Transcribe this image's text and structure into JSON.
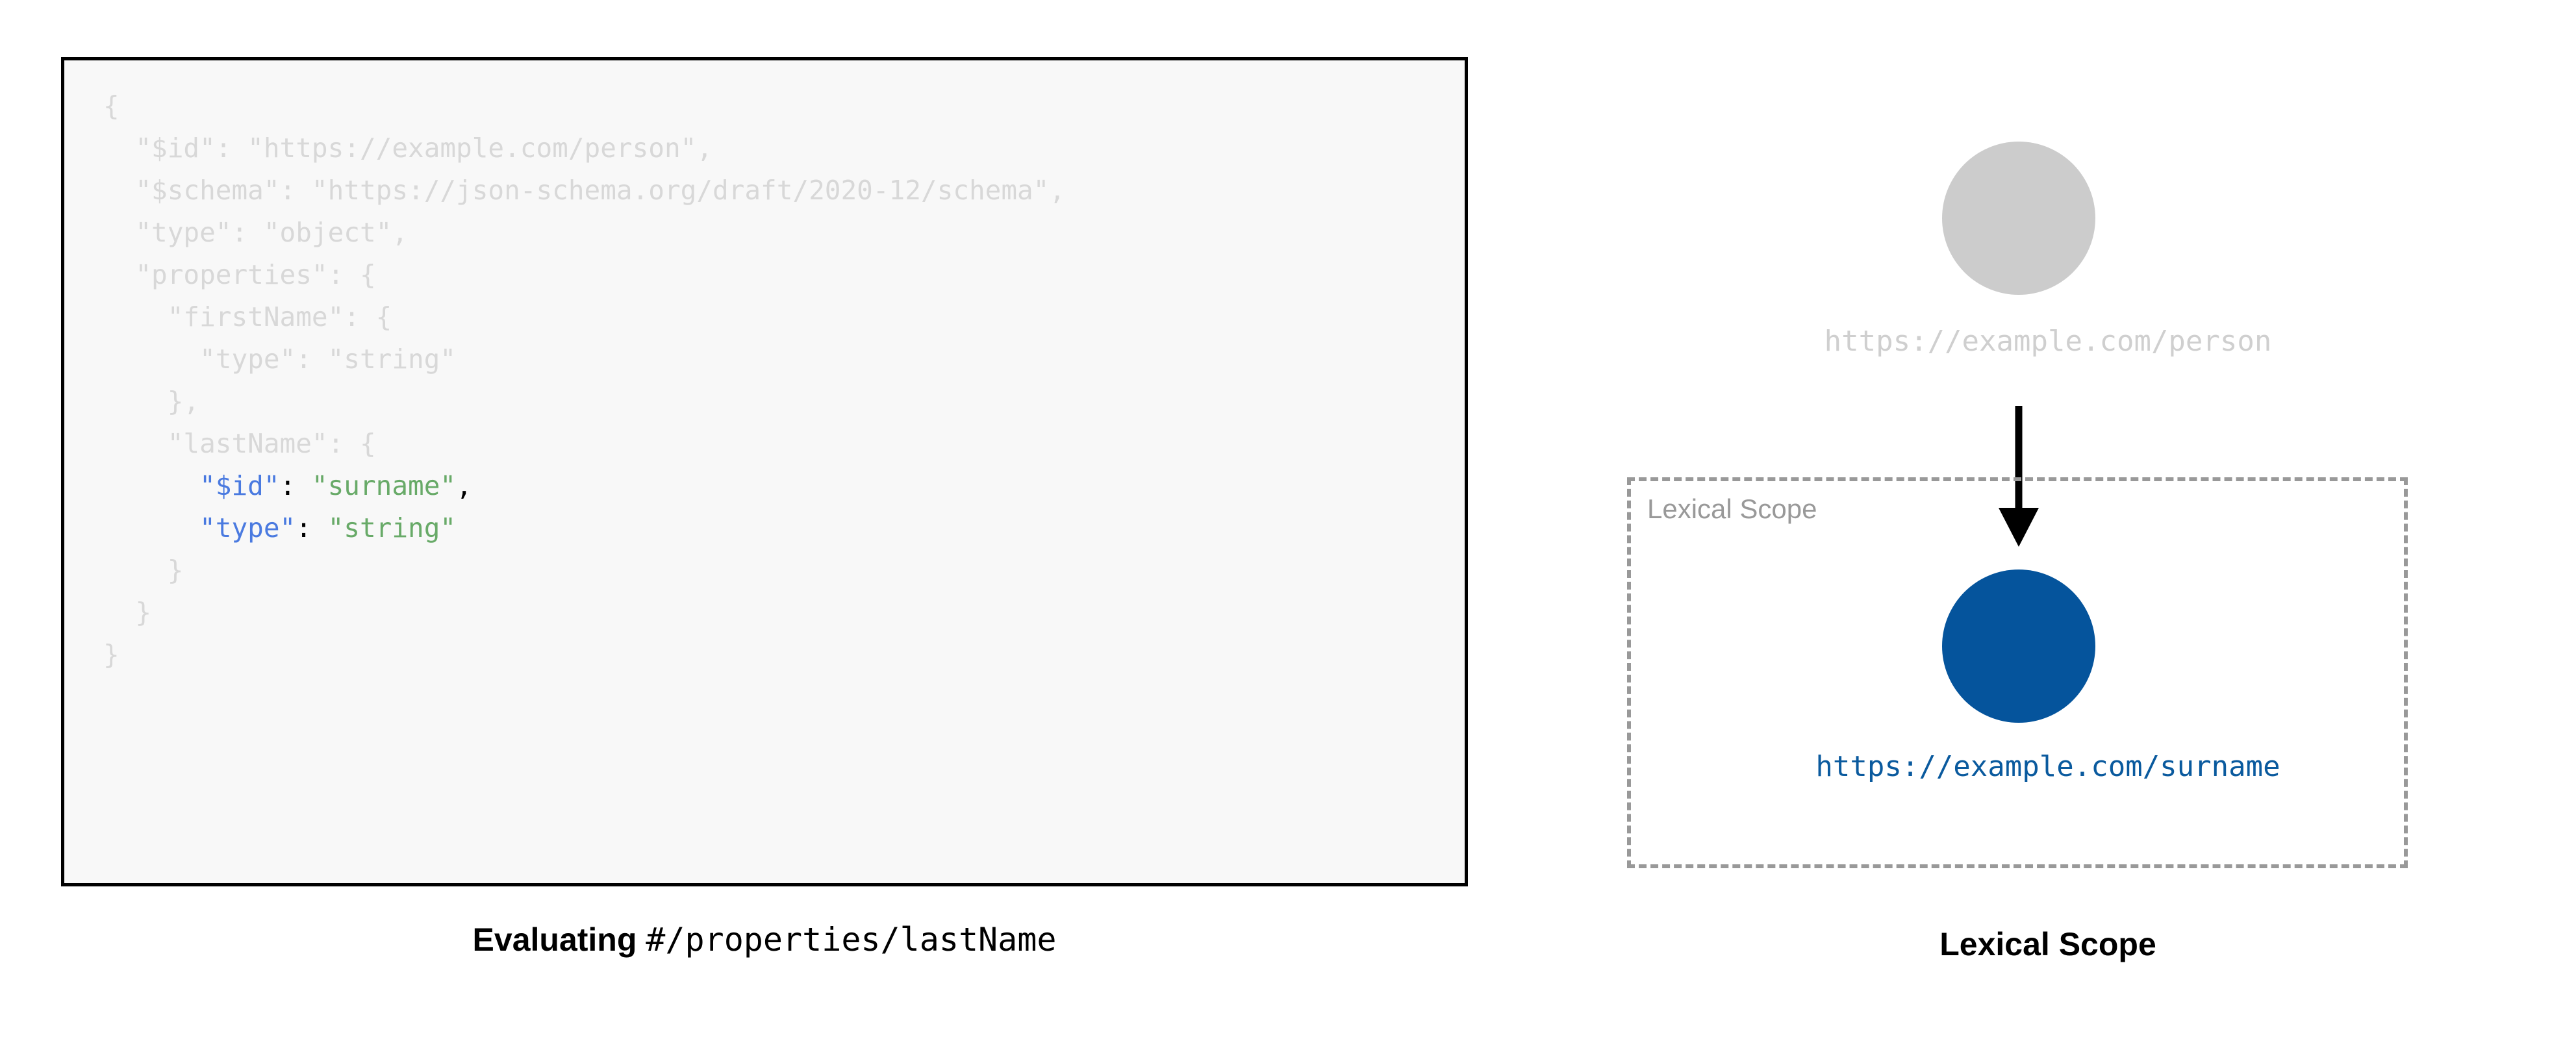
{
  "colors": {
    "code_dim": "#d8d8d8",
    "code_key": "#4a7ae0",
    "code_value": "#68aa68",
    "code_punctuation": "#000000",
    "code_background": "#f8f8f8",
    "code_border": "#000000",
    "outer_node": "#cccccc",
    "outer_label": "#cfcfcf",
    "inner_node": "#05549c",
    "inner_label": "#0a5a9e",
    "scope_border": "#999999",
    "scope_label": "#999999",
    "arrow": "#000000",
    "page_background": "#ffffff"
  },
  "left_panel": {
    "code": {
      "language": "json",
      "lines": [
        {
          "indent": 0,
          "segments": [
            {
              "text": "{",
              "style": "dim"
            }
          ]
        },
        {
          "indent": 1,
          "segments": [
            {
              "text": "\"$id\": \"https://example.com/person\",",
              "style": "dim"
            }
          ]
        },
        {
          "indent": 1,
          "segments": [
            {
              "text": "\"$schema\": \"https://json-schema.org/draft/2020-12/schema\",",
              "style": "dim"
            }
          ]
        },
        {
          "indent": 1,
          "segments": [
            {
              "text": "\"type\": \"object\",",
              "style": "dim"
            }
          ]
        },
        {
          "indent": 1,
          "segments": [
            {
              "text": "\"properties\": {",
              "style": "dim"
            }
          ]
        },
        {
          "indent": 2,
          "segments": [
            {
              "text": "\"firstName\": {",
              "style": "dim"
            }
          ]
        },
        {
          "indent": 3,
          "segments": [
            {
              "text": "\"type\": \"string\"",
              "style": "dim"
            }
          ]
        },
        {
          "indent": 2,
          "segments": [
            {
              "text": "},",
              "style": "dim"
            }
          ]
        },
        {
          "indent": 2,
          "segments": [
            {
              "text": "\"lastName\": {",
              "style": "dim"
            }
          ]
        },
        {
          "indent": 3,
          "segments": [
            {
              "text": "\"$id\"",
              "style": "key"
            },
            {
              "text": ": ",
              "style": "punc"
            },
            {
              "text": "\"surname\"",
              "style": "val"
            },
            {
              "text": ",",
              "style": "punc"
            }
          ]
        },
        {
          "indent": 3,
          "segments": [
            {
              "text": "\"type\"",
              "style": "key"
            },
            {
              "text": ": ",
              "style": "punc"
            },
            {
              "text": "\"string\"",
              "style": "val"
            }
          ]
        },
        {
          "indent": 2,
          "segments": [
            {
              "text": "}",
              "style": "dim"
            }
          ]
        },
        {
          "indent": 1,
          "segments": [
            {
              "text": "}",
              "style": "dim"
            }
          ]
        },
        {
          "indent": 0,
          "segments": [
            {
              "text": "}",
              "style": "dim"
            }
          ]
        }
      ],
      "raw_text": "{\n  \"$id\": \"https://example.com/person\",\n  \"$schema\": \"https://json-schema.org/draft/2020-12/schema\",\n  \"type\": \"object\",\n  \"properties\": {\n    \"firstName\": {\n      \"type\": \"string\"\n    },\n    \"lastName\": {\n      \"$id\": \"surname\",\n      \"type\": \"string\"\n    }\n  }\n}"
    },
    "caption": {
      "bold_text": "Evaluating",
      "mono_text": "#/properties/lastName"
    }
  },
  "right_panel": {
    "outer_node": {
      "shape": "circle",
      "label": "https://example.com/person"
    },
    "arrow": {
      "icon": "down-arrow-icon",
      "direction": "down"
    },
    "scope_box": {
      "label": "Lexical Scope",
      "border_style": "dashed"
    },
    "inner_node": {
      "shape": "circle",
      "label": "https://example.com/surname"
    },
    "caption": "Lexical Scope"
  }
}
